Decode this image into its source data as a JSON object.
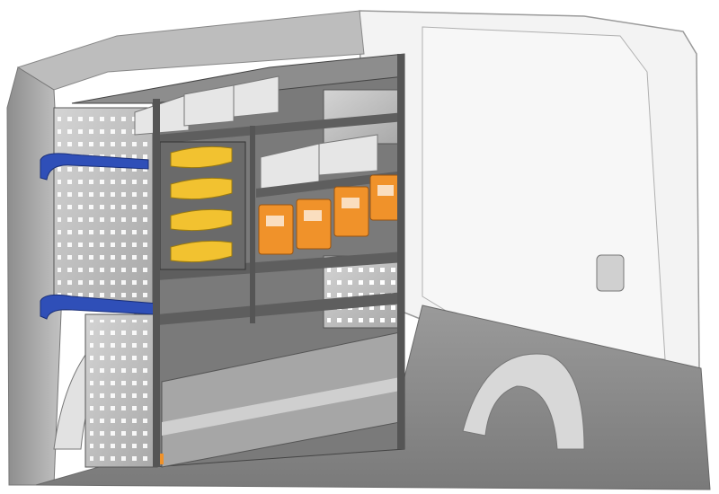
{
  "scene": {
    "subject": "van-shelving-system-render",
    "colors": {
      "floor": "#8c8c8c",
      "wall": "#a9a9a9",
      "shelf_frame": "#6e6e6e",
      "panel": "#bdbdbd",
      "drawer": "#f2c230",
      "bin": "#f0922a",
      "strap": "#2f4fb8",
      "body_outline": "#9a9a9a"
    },
    "drawer_count": 4,
    "bin_count": 4
  }
}
